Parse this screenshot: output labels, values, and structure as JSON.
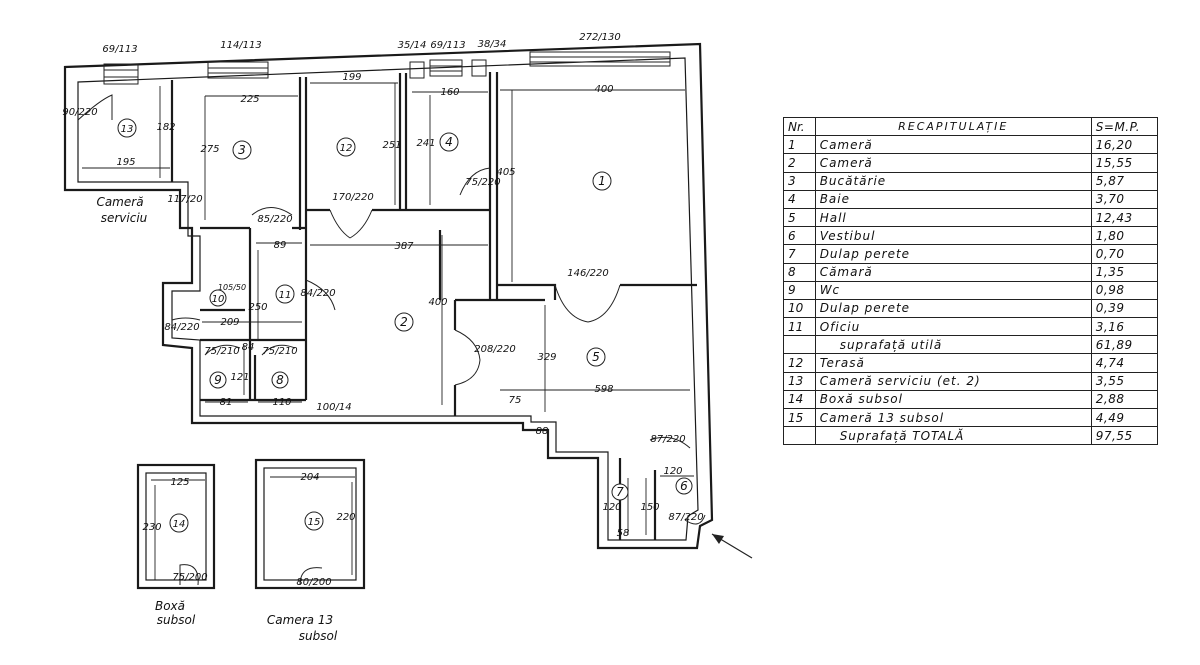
{
  "rooms": [
    {
      "num": "1"
    },
    {
      "num": "2"
    },
    {
      "num": "3"
    },
    {
      "num": "4"
    },
    {
      "num": "5"
    },
    {
      "num": "6"
    },
    {
      "num": "7"
    },
    {
      "num": "8"
    },
    {
      "num": "9"
    },
    {
      "num": "10"
    },
    {
      "num": "11"
    },
    {
      "num": "12"
    },
    {
      "num": "13"
    },
    {
      "num": "14"
    },
    {
      "num": "15"
    }
  ],
  "dimensions": [
    "69/113",
    "114/113",
    "35/14",
    "69/113",
    "38/34",
    "272/130",
    "90/220",
    "182",
    "195",
    "225",
    "275",
    "199",
    "251",
    "170/220",
    "160",
    "241",
    "75/220",
    "400",
    "405",
    "117/20",
    "85/220",
    "89",
    "387",
    "400",
    "146/220",
    "105/50",
    "84/220",
    "250",
    "84/220",
    "209",
    "75/210",
    "84",
    "75/210",
    "121",
    "81",
    "110",
    "100/14",
    "208/220",
    "329",
    "598",
    "75",
    "88",
    "87/220",
    "120",
    "120",
    "150",
    "58",
    "87/220",
    "125",
    "230",
    "75/200",
    "204",
    "220",
    "80/200"
  ],
  "labels": {
    "camera_serviciu": [
      "Cameră",
      "serviciu"
    ],
    "boxa_subsol": [
      "Boxă",
      "subsol"
    ],
    "camera13_subsol": [
      "Camera 13",
      "subsol"
    ]
  },
  "recap": {
    "headers": {
      "nr": "Nr.",
      "name": "RECAPITULAȚIE",
      "value": "S=M.P."
    },
    "rows": [
      {
        "nr": "1",
        "name": "Cameră",
        "value": "16,20"
      },
      {
        "nr": "2",
        "name": "Cameră",
        "value": "15,55"
      },
      {
        "nr": "3",
        "name": "Bucătărie",
        "value": "5,87"
      },
      {
        "nr": "4",
        "name": "Baie",
        "value": "3,70"
      },
      {
        "nr": "5",
        "name": "Hall",
        "value": "12,43"
      },
      {
        "nr": "6",
        "name": "Vestibul",
        "value": "1,80"
      },
      {
        "nr": "7",
        "name": "Dulap perete",
        "value": "0,70"
      },
      {
        "nr": "8",
        "name": "Cămară",
        "value": "1,35"
      },
      {
        "nr": "9",
        "name": "Wc",
        "value": "0,98"
      },
      {
        "nr": "10",
        "name": "Dulap perete",
        "value": "0,39"
      },
      {
        "nr": "11",
        "name": "Oficiu",
        "value": "3,16"
      },
      {
        "nr": "",
        "name": "suprafață utilă",
        "value": "61,89"
      },
      {
        "nr": "12",
        "name": "Terasă",
        "value": "4,74"
      },
      {
        "nr": "13",
        "name": "Cameră serviciu (et. 2)",
        "value": "3,55"
      },
      {
        "nr": "14",
        "name": "Boxă subsol",
        "value": "2,88"
      },
      {
        "nr": "15",
        "name": "Cameră 13 subsol",
        "value": "4,49"
      },
      {
        "nr": "",
        "name": "Suprafață TOTALĂ",
        "value": "97,55"
      }
    ]
  }
}
